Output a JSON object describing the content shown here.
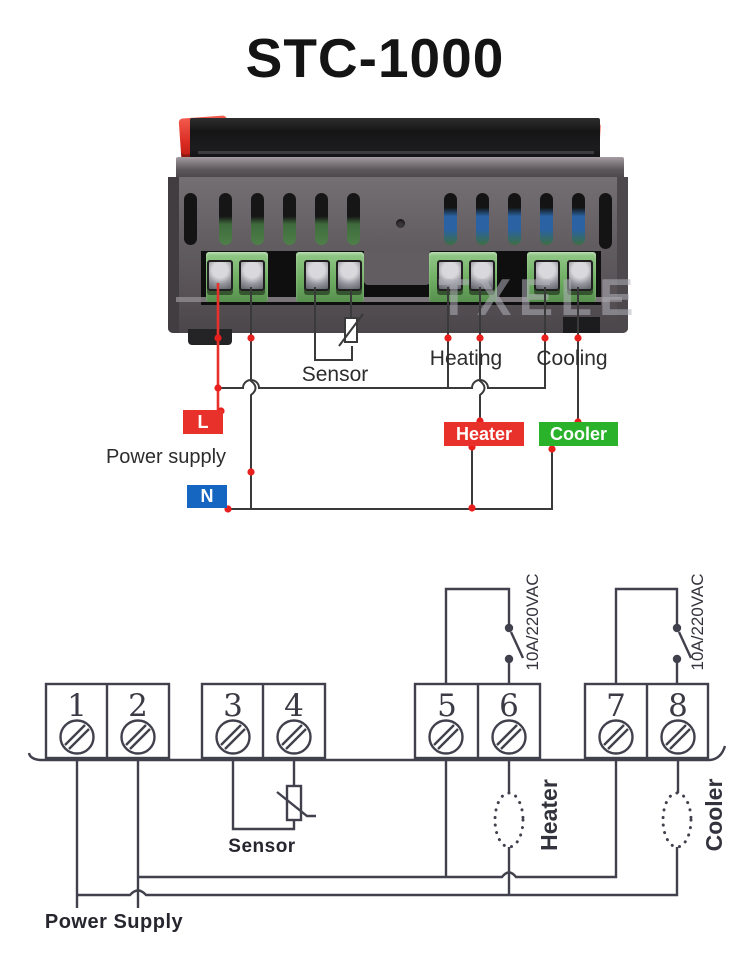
{
  "title": "STC-1000",
  "watermark": "TXELE",
  "top_diagram": {
    "sensor_label": "Sensor",
    "heating_label": "Heating",
    "cooling_label": "Cooling",
    "power_supply_label": "Power supply",
    "live_badge": "L",
    "neutral_badge": "N",
    "heater_badge": "Heater",
    "cooler_badge": "Cooler"
  },
  "schematic": {
    "terminals": [
      "1",
      "2",
      "3",
      "4",
      "5",
      "6",
      "7",
      "8"
    ],
    "relay_rating": "10A/220VAC",
    "sensor_label": "Sensor",
    "heater_label": "Heater",
    "cooler_label": "Cooler",
    "power_supply_label": "Power Supply"
  },
  "colors": {
    "live_red": "#e8312a",
    "neutral_blue": "#1566c0",
    "cooler_green": "#2bb22b",
    "diagram_ink": "#3a3a3a",
    "schematic_ink": "#41414d",
    "terminal_green": "#6fae63",
    "junction_dot": "#e8201d"
  }
}
